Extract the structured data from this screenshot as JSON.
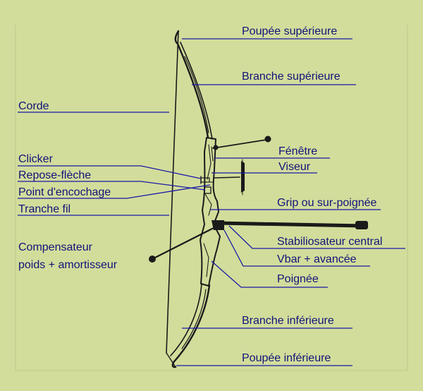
{
  "labels": {
    "poupee_superieure": "Poupée supérieure",
    "branche_superieure": "Branche supérieure",
    "corde": "Corde",
    "fenetre": "Fénêtre",
    "clicker": "Clicker",
    "viseur": "Viseur",
    "repose_fleche": "Repose-flèche",
    "point_encochage": "Point d'encochage",
    "grip": "Grip ou sur-poignée",
    "tranche_fil": "Tranche fil",
    "compensateur_1": "Compensateur",
    "compensateur_2": "poids + amortisseur",
    "stabilisateur": "Stabiliosateur  central",
    "vbar": "Vbar + avancée",
    "poignee": "Poignée",
    "branche_inferieure": "Branche inférieure",
    "poupee_inferieure": "Poupée inférieure"
  },
  "colors": {
    "background": "#d2dd9b",
    "label_text": "#12127a",
    "leader_line": "#1a1aa6",
    "bow_ink": "#1a1a1a"
  }
}
